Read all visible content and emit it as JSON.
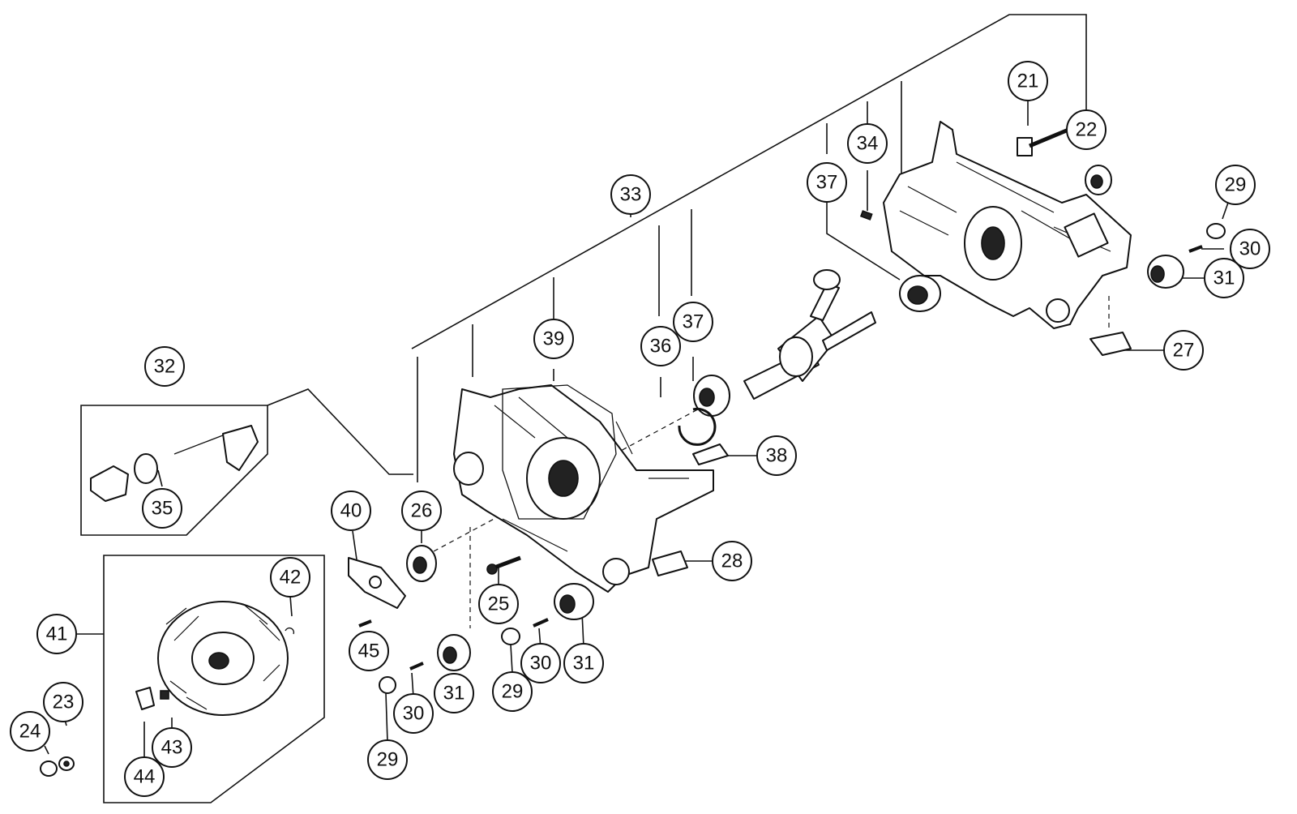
{
  "callouts": {
    "c21": "21",
    "c22": "22",
    "c29a": "29",
    "c30a": "30",
    "c31a": "31",
    "c27": "27",
    "c34": "34",
    "c37a": "37",
    "c33": "33",
    "c37b": "37",
    "c36": "36",
    "c39": "39",
    "c38": "38",
    "c32": "32",
    "c35": "35",
    "c40": "40",
    "c26": "26",
    "c28": "28",
    "c25": "25",
    "c42": "42",
    "c41": "41",
    "c45": "45",
    "c31b": "31",
    "c30b": "30",
    "c29b": "29",
    "c30c": "30",
    "c31c": "31",
    "c29c": "29",
    "c23": "23",
    "c24": "24",
    "c43": "43",
    "c44": "44"
  }
}
